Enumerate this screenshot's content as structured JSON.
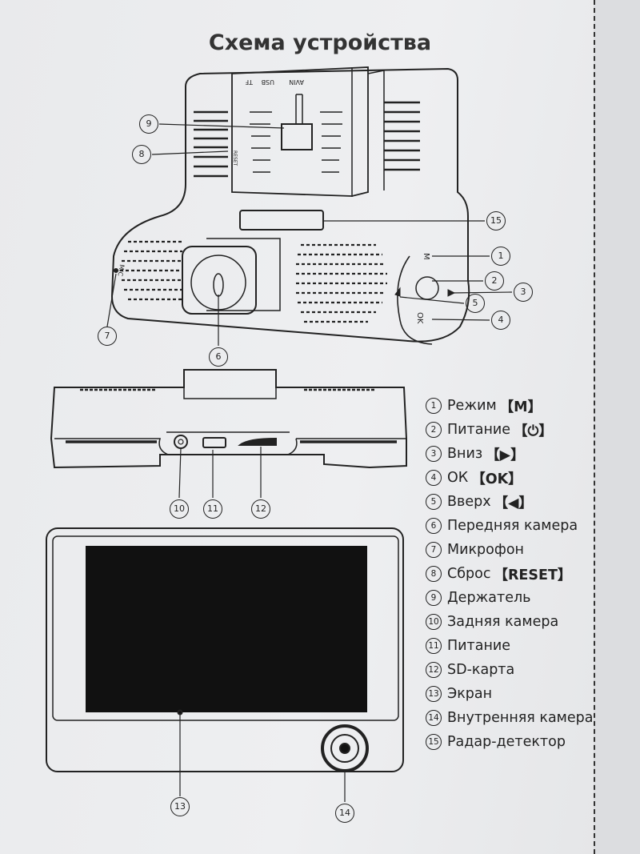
{
  "title": "Схема устройства",
  "port_labels": [
    "AVIN",
    "USB",
    "TF"
  ],
  "mic_label": "MIC",
  "button_labels": {
    "mode": "M",
    "ok": "OK"
  },
  "reset_label": "RESET",
  "callouts": {
    "c1": "1",
    "c2": "2",
    "c3": "3",
    "c4": "4",
    "c5": "5",
    "c6": "6",
    "c7": "7",
    "c8": "8",
    "c9": "9",
    "c10": "10",
    "c11": "11",
    "c12": "12",
    "c13": "13",
    "c14": "14",
    "c15": "15"
  },
  "legend": [
    {
      "num": "1",
      "text": "Режим",
      "key": "【M】"
    },
    {
      "num": "2",
      "text": "Питание",
      "key": "【⏻】"
    },
    {
      "num": "3",
      "text": "Вниз",
      "key": "【▶】"
    },
    {
      "num": "4",
      "text": "ОК",
      "key": "【OK】"
    },
    {
      "num": "5",
      "text": "Вверх",
      "key": "【◀】"
    },
    {
      "num": "6",
      "text": "Передняя камера",
      "key": ""
    },
    {
      "num": "7",
      "text": "Микрофон",
      "key": ""
    },
    {
      "num": "8",
      "text": "Сброс",
      "key": "【RESET】"
    },
    {
      "num": "9",
      "text": "Держатель",
      "key": ""
    },
    {
      "num": "10",
      "text": "Задняя камера",
      "key": ""
    },
    {
      "num": "11",
      "text": "Питание",
      "key": ""
    },
    {
      "num": "12",
      "text": "SD-карта",
      "key": ""
    },
    {
      "num": "13",
      "text": "Экран",
      "key": ""
    },
    {
      "num": "14",
      "text": "Внутренняя камера",
      "key": ""
    },
    {
      "num": "15",
      "text": "Радар-детектор",
      "key": ""
    }
  ]
}
